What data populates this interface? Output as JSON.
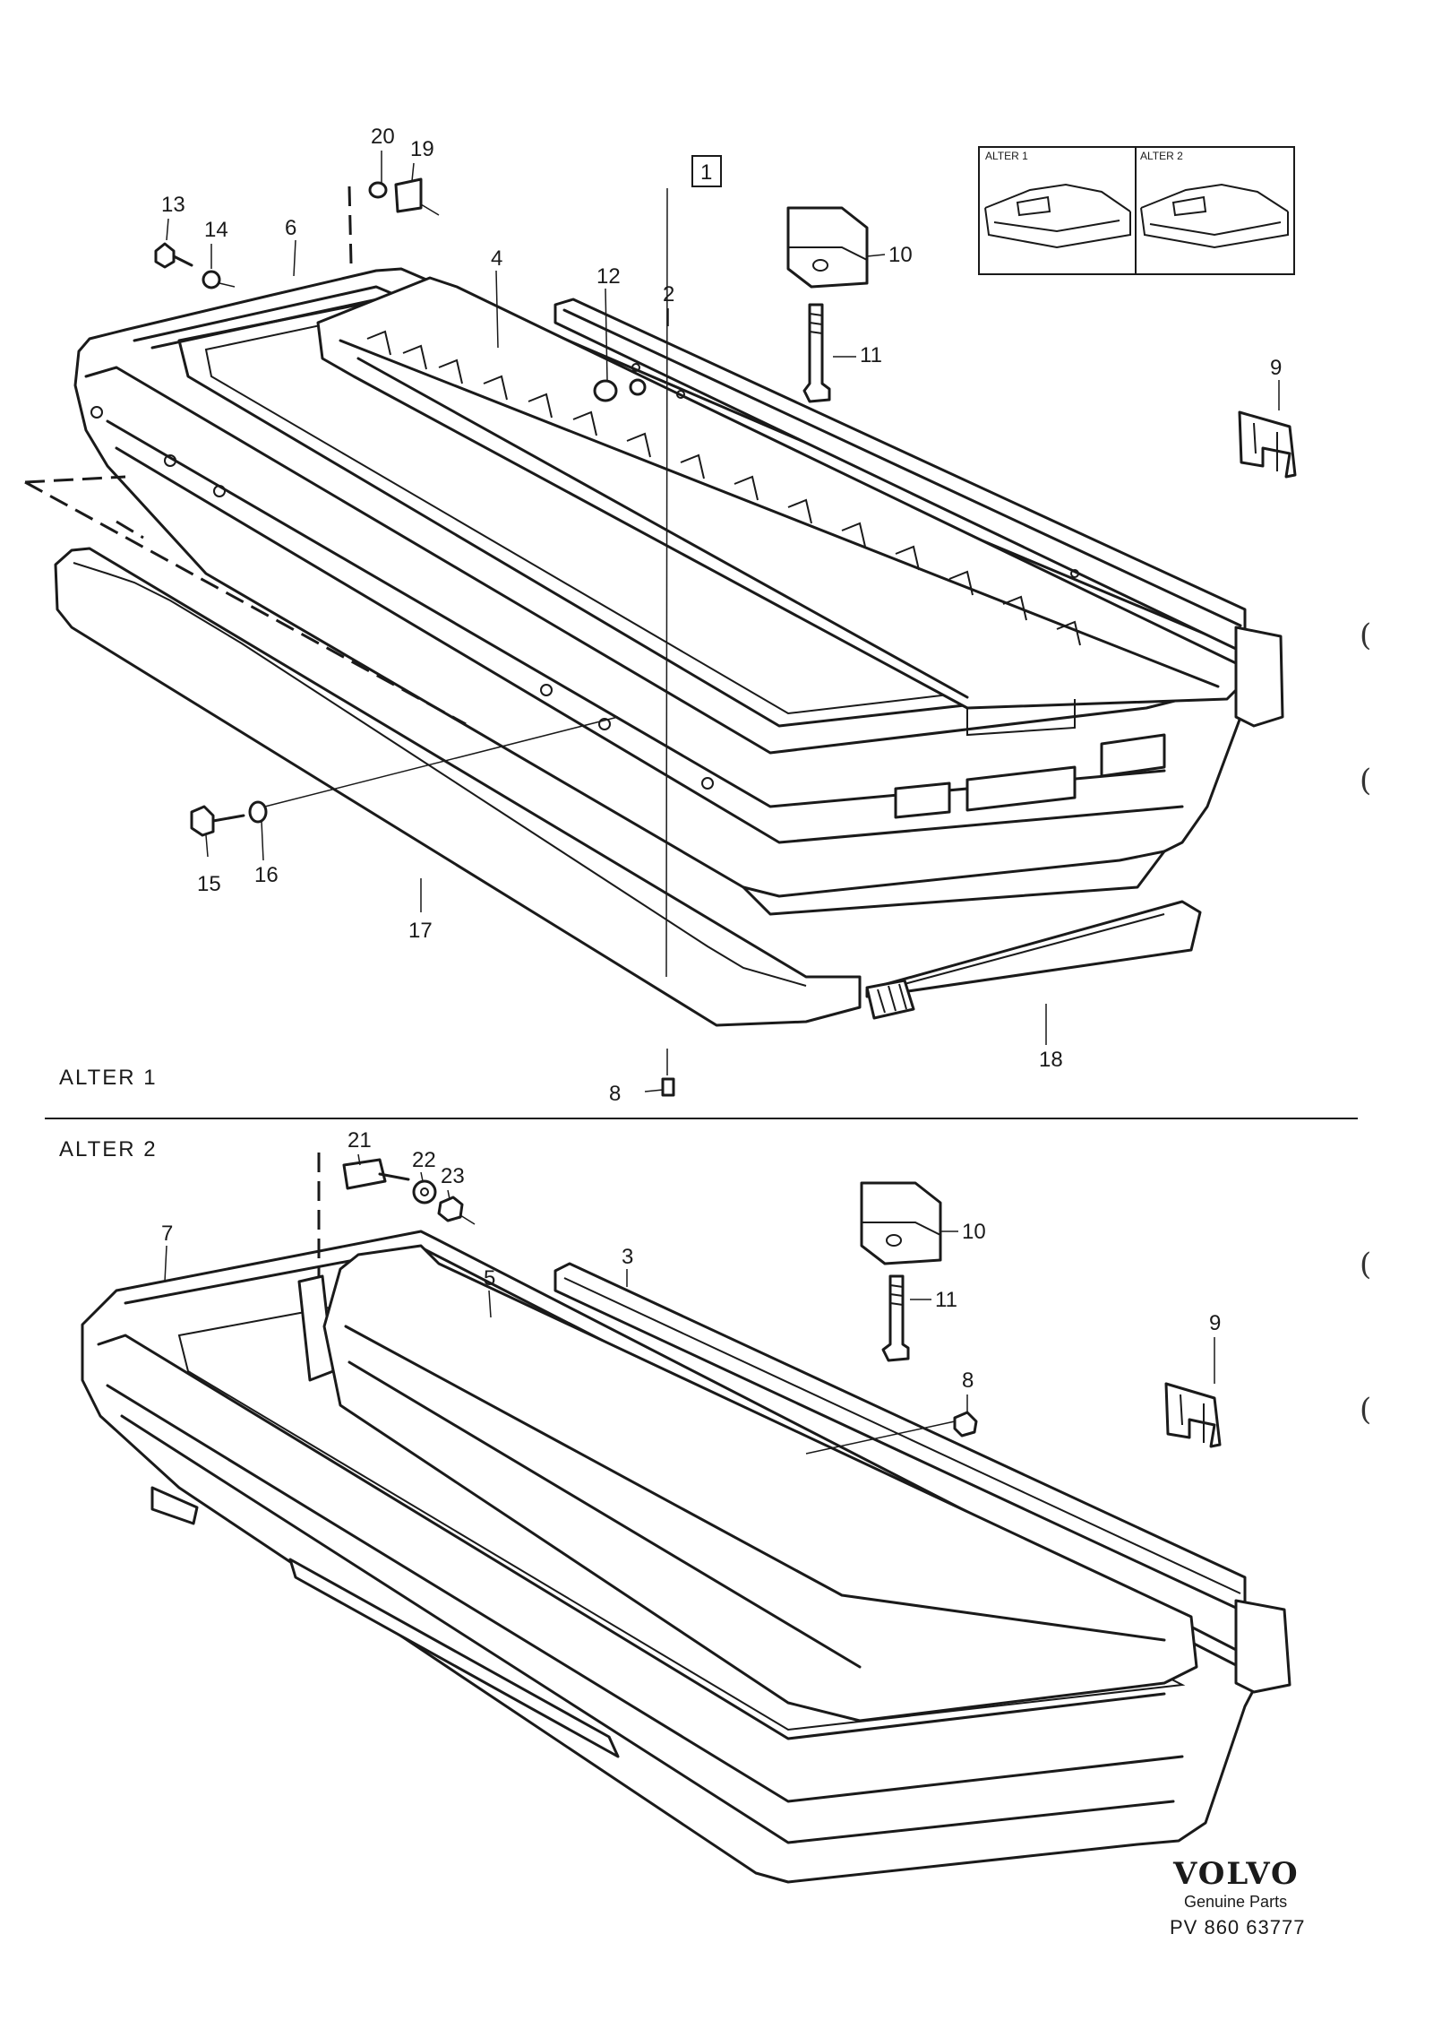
{
  "diagram": {
    "box_label": "1",
    "inset": {
      "alt1": "ALTER 1",
      "alt2": "ALTER 2"
    },
    "sections": {
      "alt1": "ALTER 1",
      "alt2": "ALTER 2"
    },
    "labels": {
      "l2": "2",
      "l3": "3",
      "l4": "4",
      "l5": "5",
      "l6": "6",
      "l7": "7",
      "l8a": "8",
      "l8b": "8",
      "l9a": "9",
      "l9b": "9",
      "l10a": "10",
      "l10b": "10",
      "l11a": "11",
      "l11b": "11",
      "l12": "12",
      "l13": "13",
      "l14": "14",
      "l15": "15",
      "l16": "16",
      "l17": "17",
      "l18": "18",
      "l19": "19",
      "l20": "20",
      "l21": "21",
      "l22": "22",
      "l23": "23"
    },
    "brand": {
      "name": "VOLVO",
      "tagline": "Genuine Parts",
      "code": "PV 860 63777"
    }
  }
}
